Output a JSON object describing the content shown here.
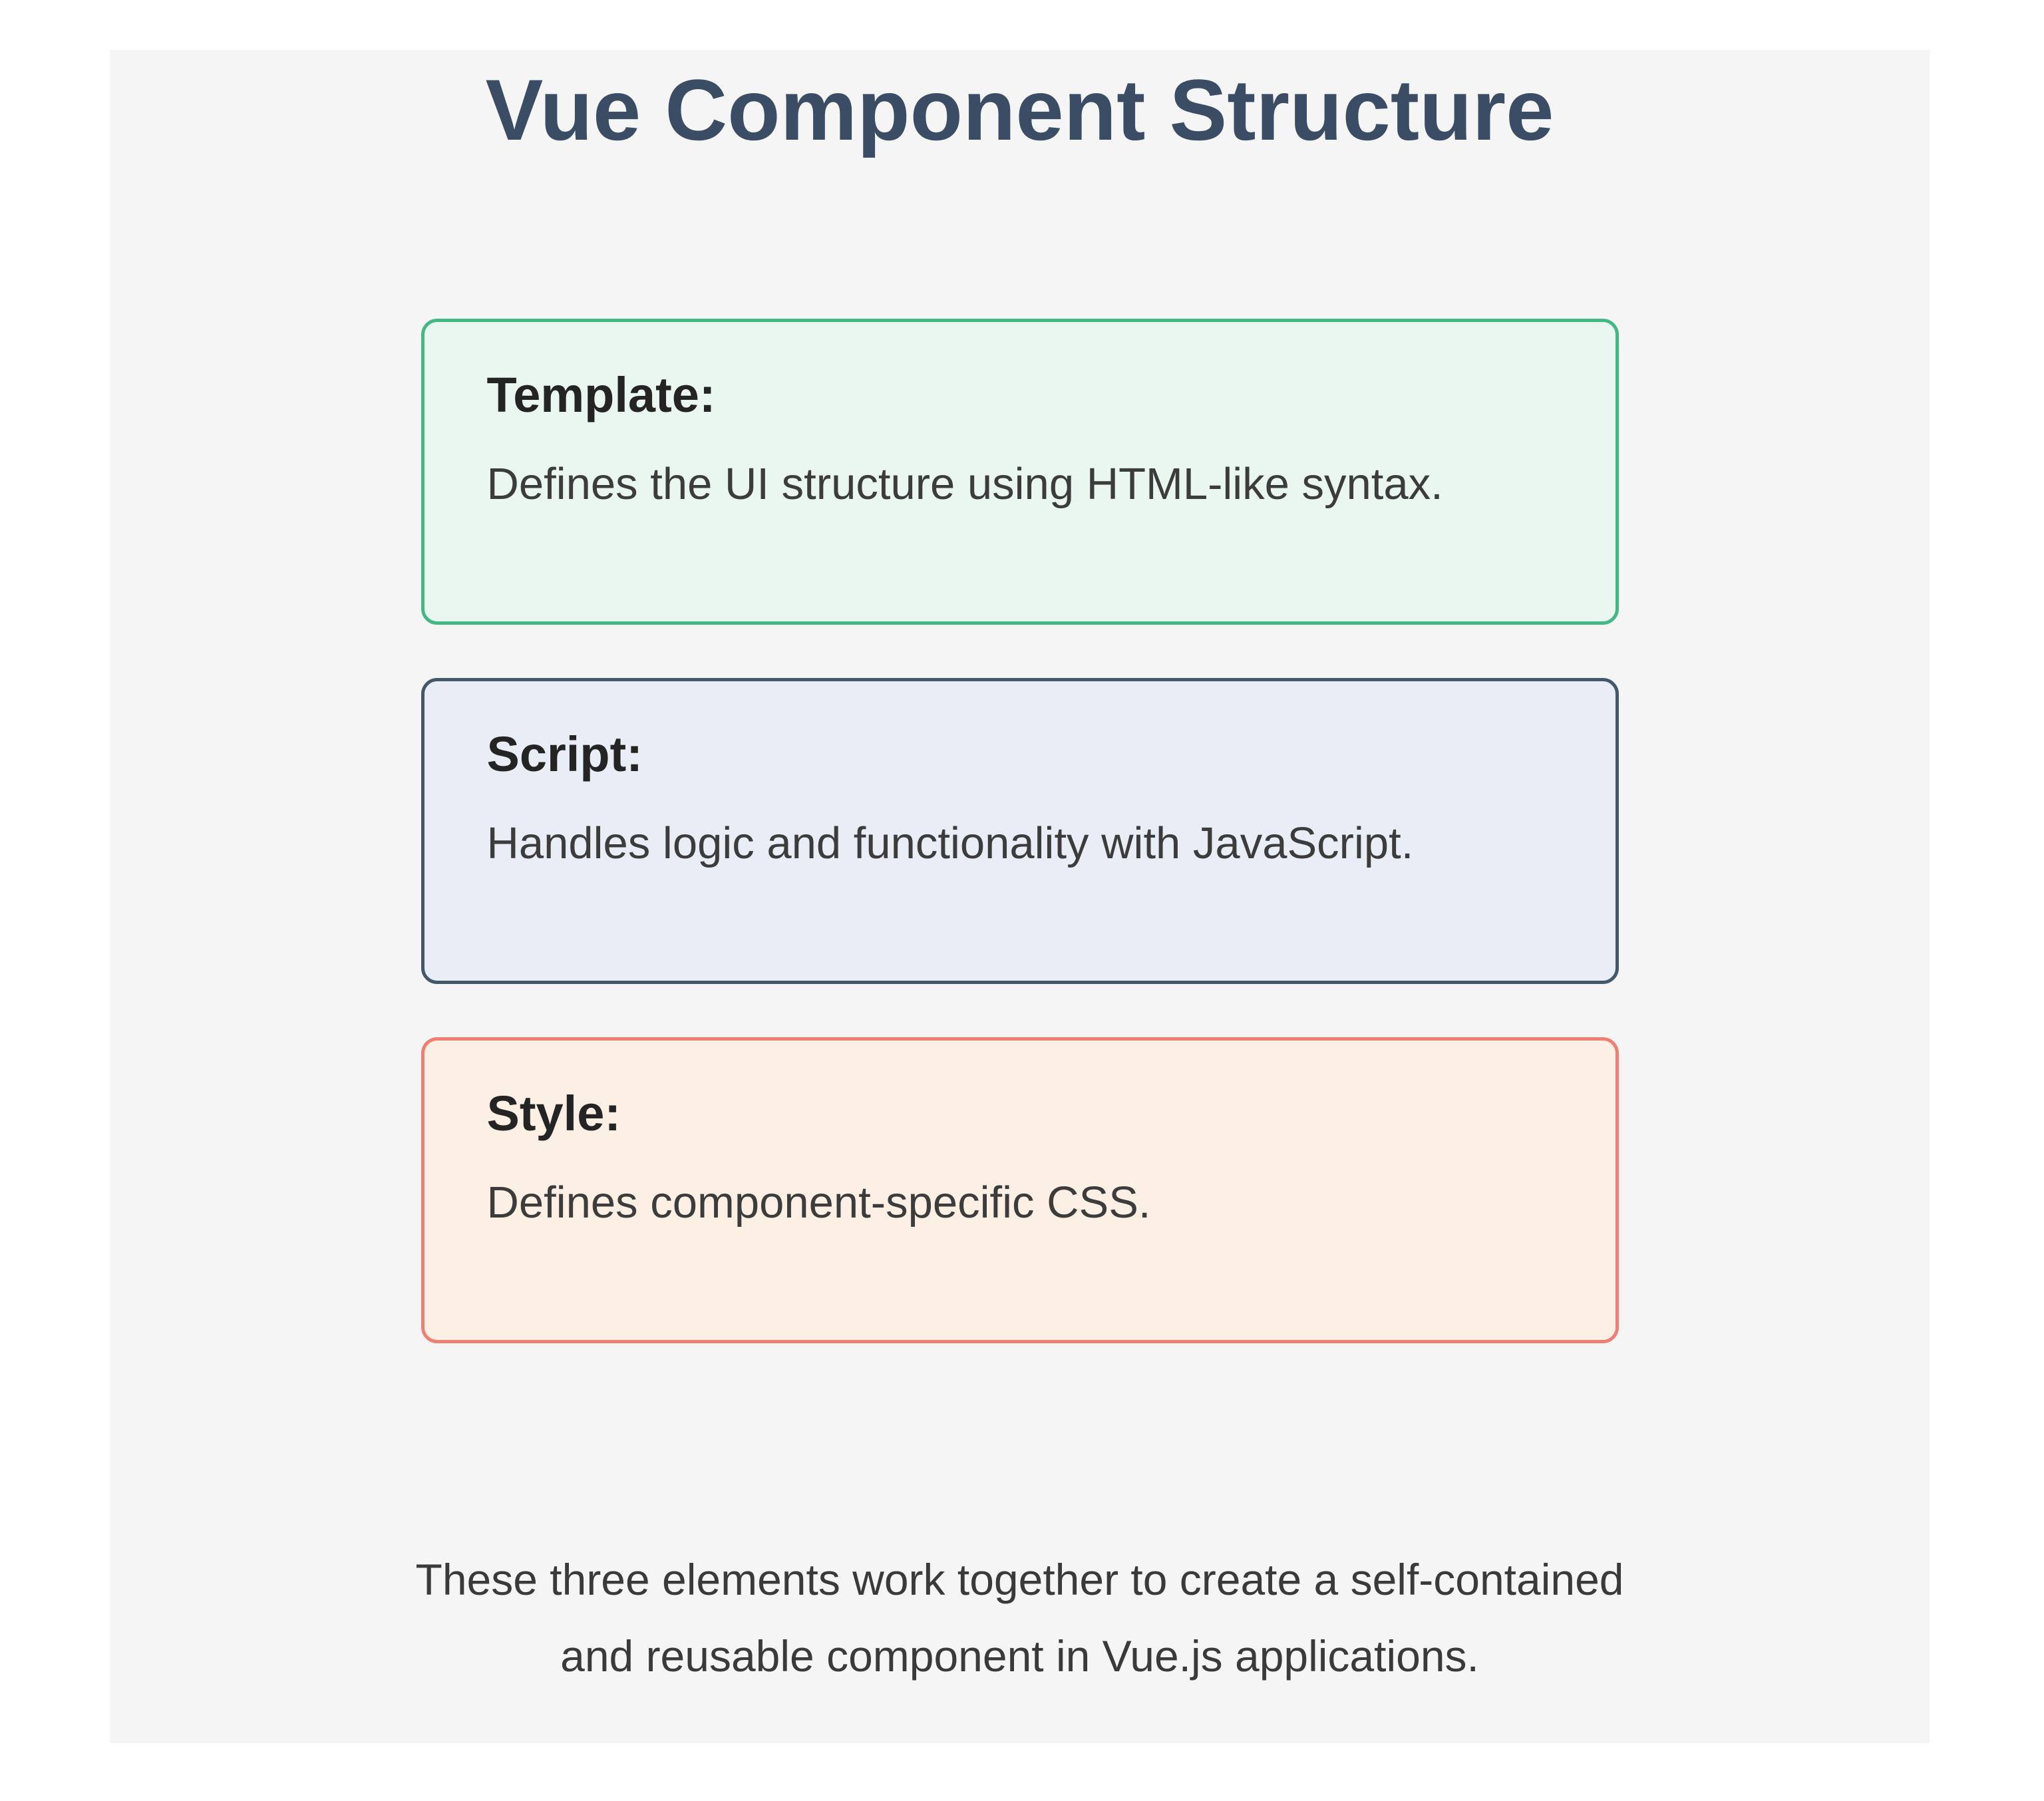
{
  "page": {
    "title": "Vue Component Structure"
  },
  "boxes": [
    {
      "id": "template",
      "label": "Template:",
      "description": "Defines the UI structure using HTML-like syntax.",
      "border_color": "#42b983",
      "background_color": "#e9f7f0"
    },
    {
      "id": "script",
      "label": "Script:",
      "description": "Handles logic and functionality with JavaScript.",
      "border_color": "#44586c",
      "background_color": "#e9edf5"
    },
    {
      "id": "style",
      "label": "Style:",
      "description": "Defines component-specific CSS.",
      "border_color": "#ee7f72",
      "background_color": "#fcefe3"
    }
  ],
  "footer": {
    "lines": [
      "These three elements work together to create a self-contained",
      "and reusable component in Vue.js applications."
    ]
  },
  "colors": {
    "page_background": "#ffffff",
    "panel_background": "#f5f5f6",
    "title_color": "#3b4d64",
    "heading_color": "#242424",
    "body_color": "#3c3c3c",
    "footer_color": "#3a3a3a"
  }
}
